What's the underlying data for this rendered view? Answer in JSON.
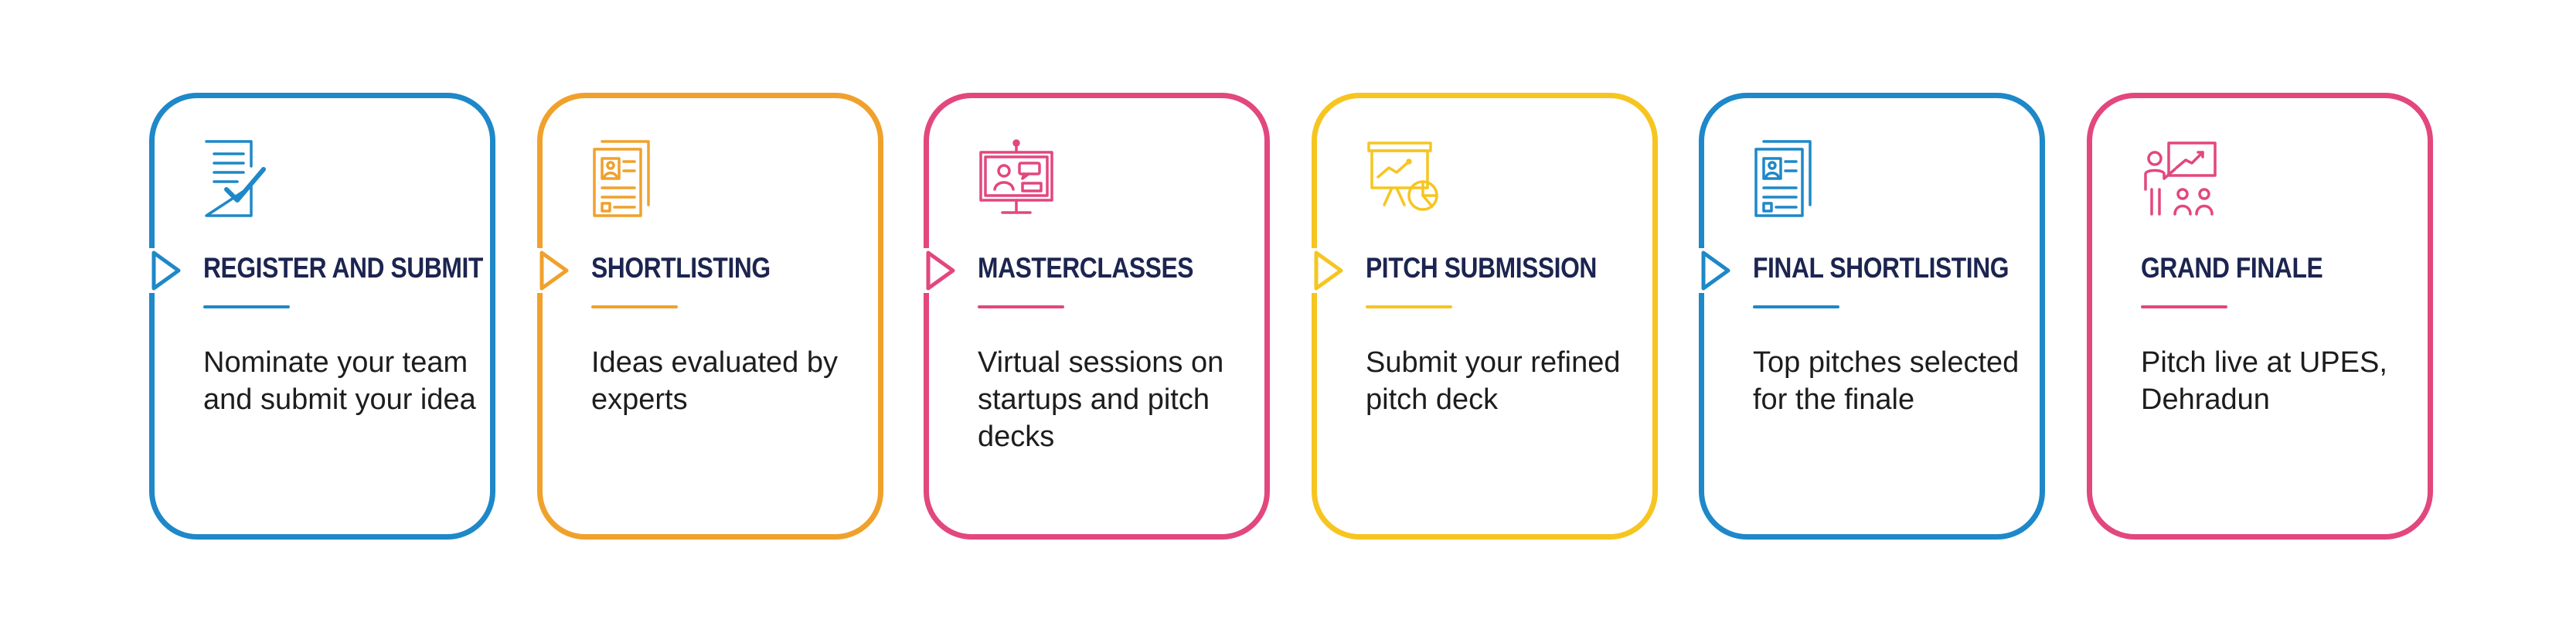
{
  "steps": [
    {
      "title": "REGISTER AND SUBMIT",
      "description": "Nominate your team and submit your idea",
      "color": "#1e88c8",
      "icon": "document-check-icon",
      "has_arrow": true
    },
    {
      "title": "SHORTLISTING",
      "description": "Ideas evaluated by experts",
      "color": "#f0a12c",
      "icon": "profile-documents-icon",
      "has_arrow": true
    },
    {
      "title": "MASTERCLASSES",
      "description": "Virtual sessions on startups and pitch decks",
      "color": "#e2477e",
      "icon": "virtual-class-monitor-icon",
      "has_arrow": true
    },
    {
      "title": "PITCH SUBMISSION",
      "description": "Submit your refined pitch deck",
      "color": "#f6c520",
      "icon": "presentation-chart-icon",
      "has_arrow": true
    },
    {
      "title": "FINAL SHORTLISTING",
      "description": "Top pitches selected for the finale",
      "color": "#1e88c8",
      "icon": "profile-documents-icon",
      "has_arrow": true
    },
    {
      "title": "GRAND FINALE",
      "description": "Pitch live at UPES, Dehradun",
      "color": "#e2477e",
      "icon": "presenter-audience-icon",
      "has_arrow": false
    }
  ]
}
